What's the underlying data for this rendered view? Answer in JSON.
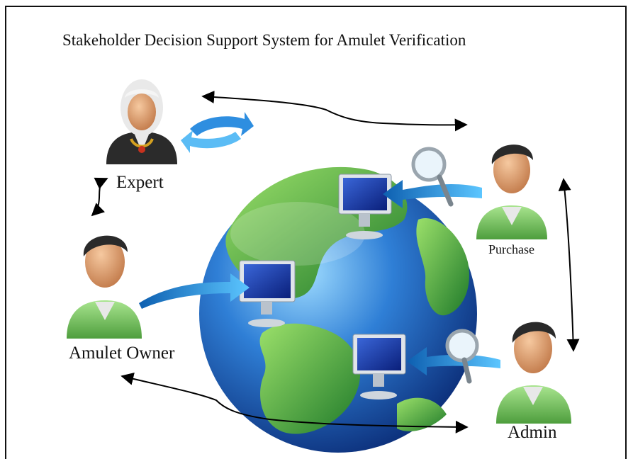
{
  "diagram": {
    "title": "Stakeholder Decision Support System for Amulet Verification",
    "nodes": {
      "expert": "Expert",
      "purchase": "Purchase",
      "amulet_owner": "Amulet Owner",
      "admin": "Admin"
    },
    "center": "globe-icon",
    "edges": [
      {
        "from": "expert",
        "to": "purchase",
        "type": "bidirectional"
      },
      {
        "from": "expert",
        "to": "amulet_owner",
        "type": "bidirectional"
      },
      {
        "from": "purchase",
        "to": "admin",
        "type": "bidirectional"
      },
      {
        "from": "amulet_owner",
        "to": "admin",
        "type": "bidirectional"
      },
      {
        "from": "amulet_owner",
        "to": "globe",
        "type": "blue-arrow"
      },
      {
        "from": "purchase",
        "to": "globe",
        "type": "blue-arrow"
      },
      {
        "from": "admin",
        "to": "globe",
        "type": "blue-arrow"
      }
    ],
    "colors": {
      "ocean": "#1f5fb8",
      "land": "#3fae3a",
      "arrow_blue": "#2a8fe0",
      "skin": "#e7a97c",
      "shirt": "#7cc96a"
    }
  }
}
